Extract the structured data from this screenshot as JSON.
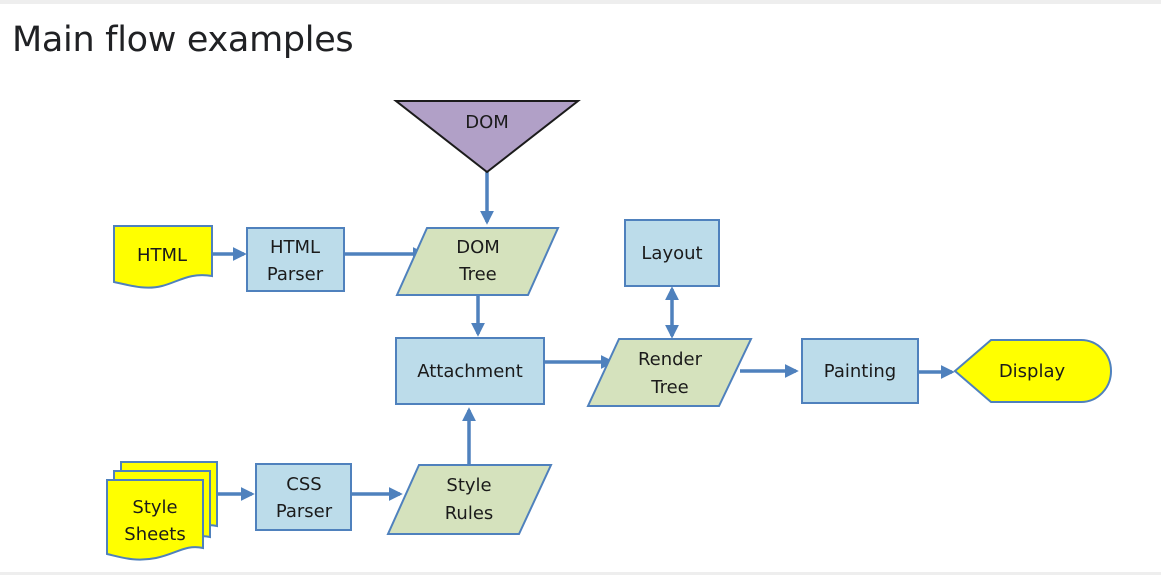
{
  "title": "Main flow examples",
  "diagram": {
    "nodes": {
      "dom": "DOM",
      "html": "HTML",
      "html_parser": [
        "HTML",
        "Parser"
      ],
      "dom_tree": [
        "DOM",
        "Tree"
      ],
      "layout": "Layout",
      "attachment": "Attachment",
      "render_tree": [
        "Render",
        "Tree"
      ],
      "painting": "Painting",
      "display": "Display",
      "style_sheets": [
        "Style",
        "Sheets"
      ],
      "css_parser": [
        "CSS",
        "Parser"
      ],
      "style_rules": [
        "Style",
        "Rules"
      ]
    },
    "edges": [
      {
        "from": "DOM",
        "to": "DOM Tree"
      },
      {
        "from": "HTML",
        "to": "HTML Parser"
      },
      {
        "from": "HTML Parser",
        "to": "DOM Tree"
      },
      {
        "from": "DOM Tree",
        "to": "Attachment"
      },
      {
        "from": "Attachment",
        "to": "Render Tree"
      },
      {
        "from": "Render Tree",
        "to": "Layout",
        "bidirectional": true
      },
      {
        "from": "Render Tree",
        "to": "Painting"
      },
      {
        "from": "Painting",
        "to": "Display"
      },
      {
        "from": "Style Sheets",
        "to": "CSS Parser"
      },
      {
        "from": "CSS Parser",
        "to": "Style Rules"
      },
      {
        "from": "Style Rules",
        "to": "Attachment"
      }
    ],
    "colors": {
      "process_box": "#bcdcea",
      "data_shape": "#d5e2bd",
      "document": "#ffff00",
      "dom_source": "#b1a0c7",
      "connector": "#4f81bd"
    }
  }
}
